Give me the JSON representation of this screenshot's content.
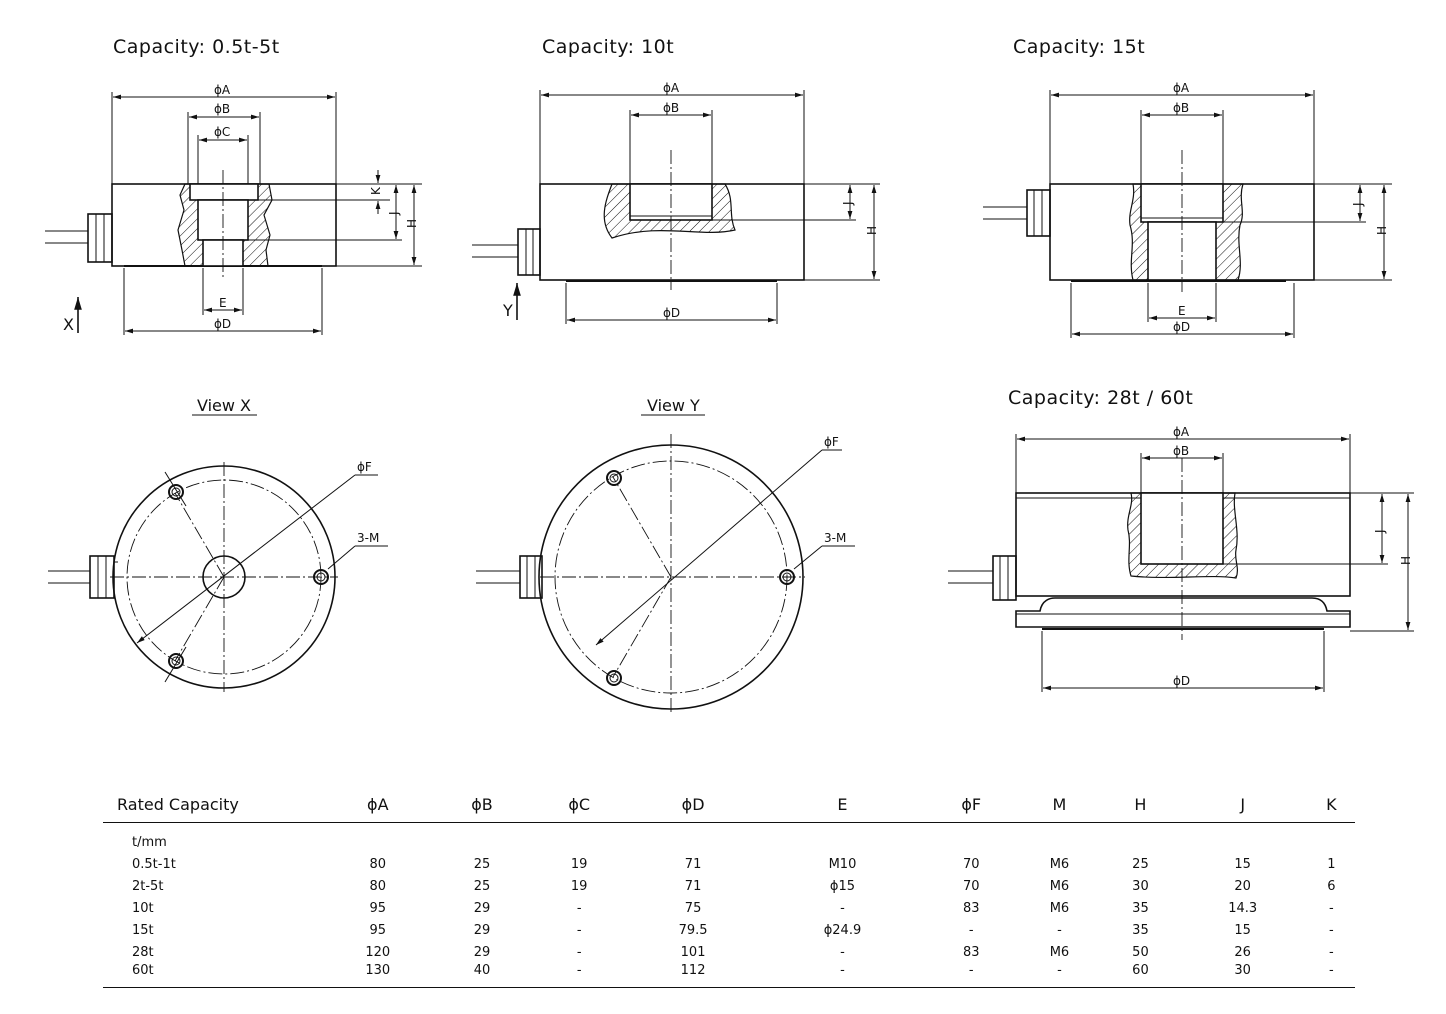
{
  "titles": {
    "cap_small": "Capacity: 0.5t-5t",
    "cap_10t": "Capacity: 10t",
    "cap_15t": "Capacity: 15t",
    "cap_large": "Capacity: 28t / 60t",
    "view_x": "View X",
    "view_y": "View Y"
  },
  "dimension_labels": {
    "A": "ϕA",
    "B": "ϕB",
    "C": "ϕC",
    "D": "ϕD",
    "E": "E",
    "F": "ϕF",
    "H": "H",
    "J": "J",
    "K": "K",
    "M": "3-M",
    "view_arrow_x": "X",
    "view_arrow_y": "Y"
  },
  "table": {
    "headers": [
      "Rated Capacity",
      "ϕA",
      "ϕB",
      "ϕC",
      "ϕD",
      "E",
      "ϕF",
      "M",
      "H",
      "J",
      "K"
    ],
    "unit_row": "t/mm",
    "rows": [
      [
        "0.5t-1t",
        "80",
        "25",
        "19",
        "71",
        "M10",
        "70",
        "M6",
        "25",
        "15",
        "1"
      ],
      [
        "2t-5t",
        "80",
        "25",
        "19",
        "71",
        "ϕ15",
        "70",
        "M6",
        "30",
        "20",
        "6"
      ],
      [
        "10t",
        "95",
        "29",
        "-",
        "75",
        "-",
        "83",
        "M6",
        "35",
        "14.3",
        "-"
      ],
      [
        "15t",
        "95",
        "29",
        "-",
        "79.5",
        "ϕ24.9",
        "-",
        "-",
        "35",
        "15",
        "-"
      ],
      [
        "28t",
        "120",
        "29",
        "-",
        "101",
        "-",
        "83",
        "M6",
        "50",
        "26",
        "-"
      ],
      [
        "60t",
        "130",
        "40",
        "-",
        "112",
        "-",
        "-",
        "-",
        "60",
        "30",
        "-"
      ]
    ]
  }
}
